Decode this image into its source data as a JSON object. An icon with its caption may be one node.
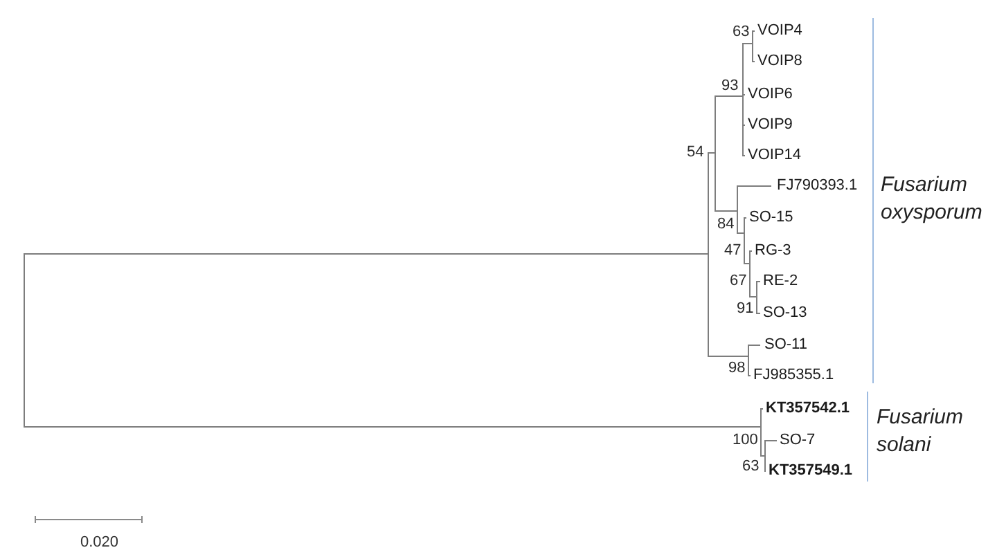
{
  "diagram": {
    "labels": [
      "63",
      "VOIP4",
      "VOIP8",
      "93",
      "VOIP6",
      "VOIP9",
      "54",
      "VOIP14",
      "FJ790393.1",
      "Fusarium oxysporum",
      "84",
      "SO-15",
      "47",
      "RG-3",
      "67",
      "RE-2",
      "91",
      "SO-13",
      "SO-11",
      "98",
      "FJ985355.1",
      "KT357542.1",
      "Fusarium solani",
      "100",
      "SO-7",
      "63",
      "KT357549.1",
      "0.020"
    ]
  }
}
